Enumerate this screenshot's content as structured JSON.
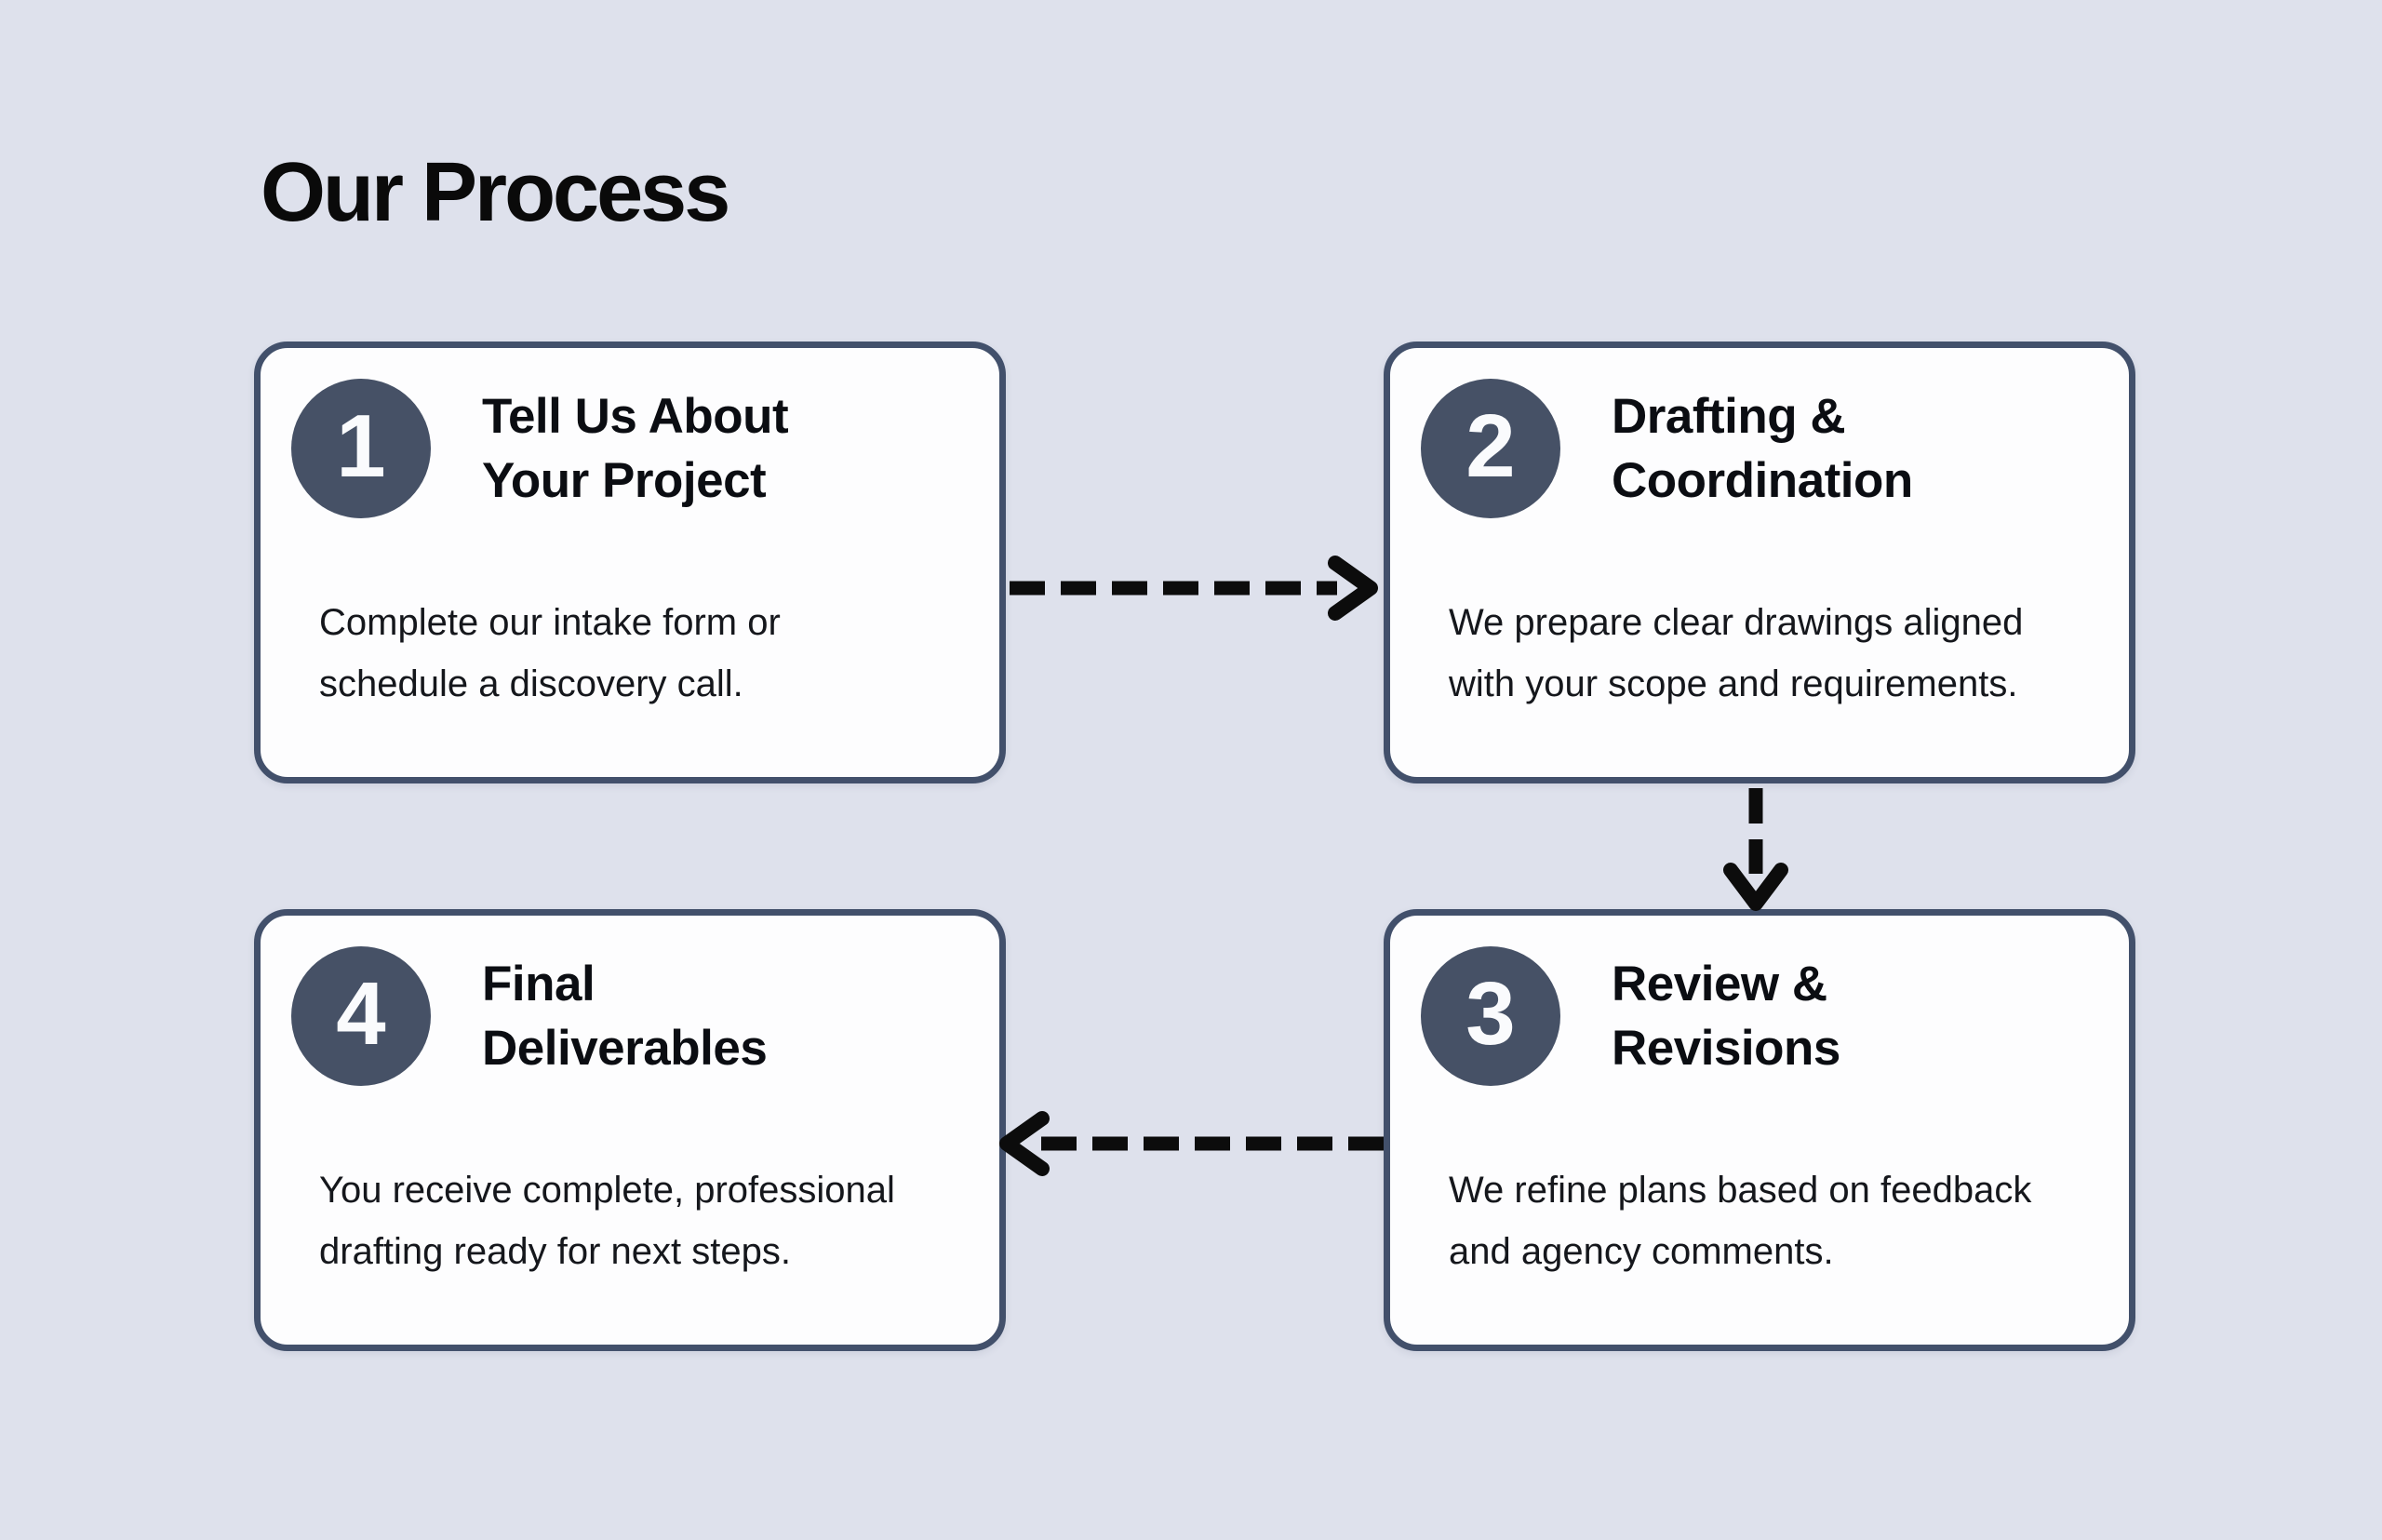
{
  "page": {
    "title": "Our Process"
  },
  "colors": {
    "background": "#dee1ec",
    "card_background": "#fdfdfe",
    "card_border": "#42506b",
    "step_badge": "#465166",
    "badge_number": "#fafbfd",
    "heading_text": "#0a0a0a",
    "body_text": "#15171c",
    "arrow": "#0c0c0c"
  },
  "cards": [
    {
      "number": "1",
      "title": "Tell Us About\nYour Project",
      "body": "Complete our intake form or\nschedule a discovery call."
    },
    {
      "number": "2",
      "title": "Drafting &\nCoordination",
      "body": "We prepare clear drawings aligned\nwith your scope and requirements."
    },
    {
      "number": "3",
      "title": "Review &\nRevisions",
      "body": "We refine plans based on feedback\nand agency comments."
    },
    {
      "number": "4",
      "title": "Final\nDeliverables",
      "body": "You receive complete, professional\ndrafting ready for next steps."
    }
  ],
  "arrows": [
    {
      "from_step": "1",
      "to_step": "2",
      "direction": "right",
      "style": "dashed"
    },
    {
      "from_step": "2",
      "to_step": "3",
      "direction": "down",
      "style": "dashed"
    },
    {
      "from_step": "3",
      "to_step": "4",
      "direction": "left",
      "style": "dashed"
    }
  ]
}
